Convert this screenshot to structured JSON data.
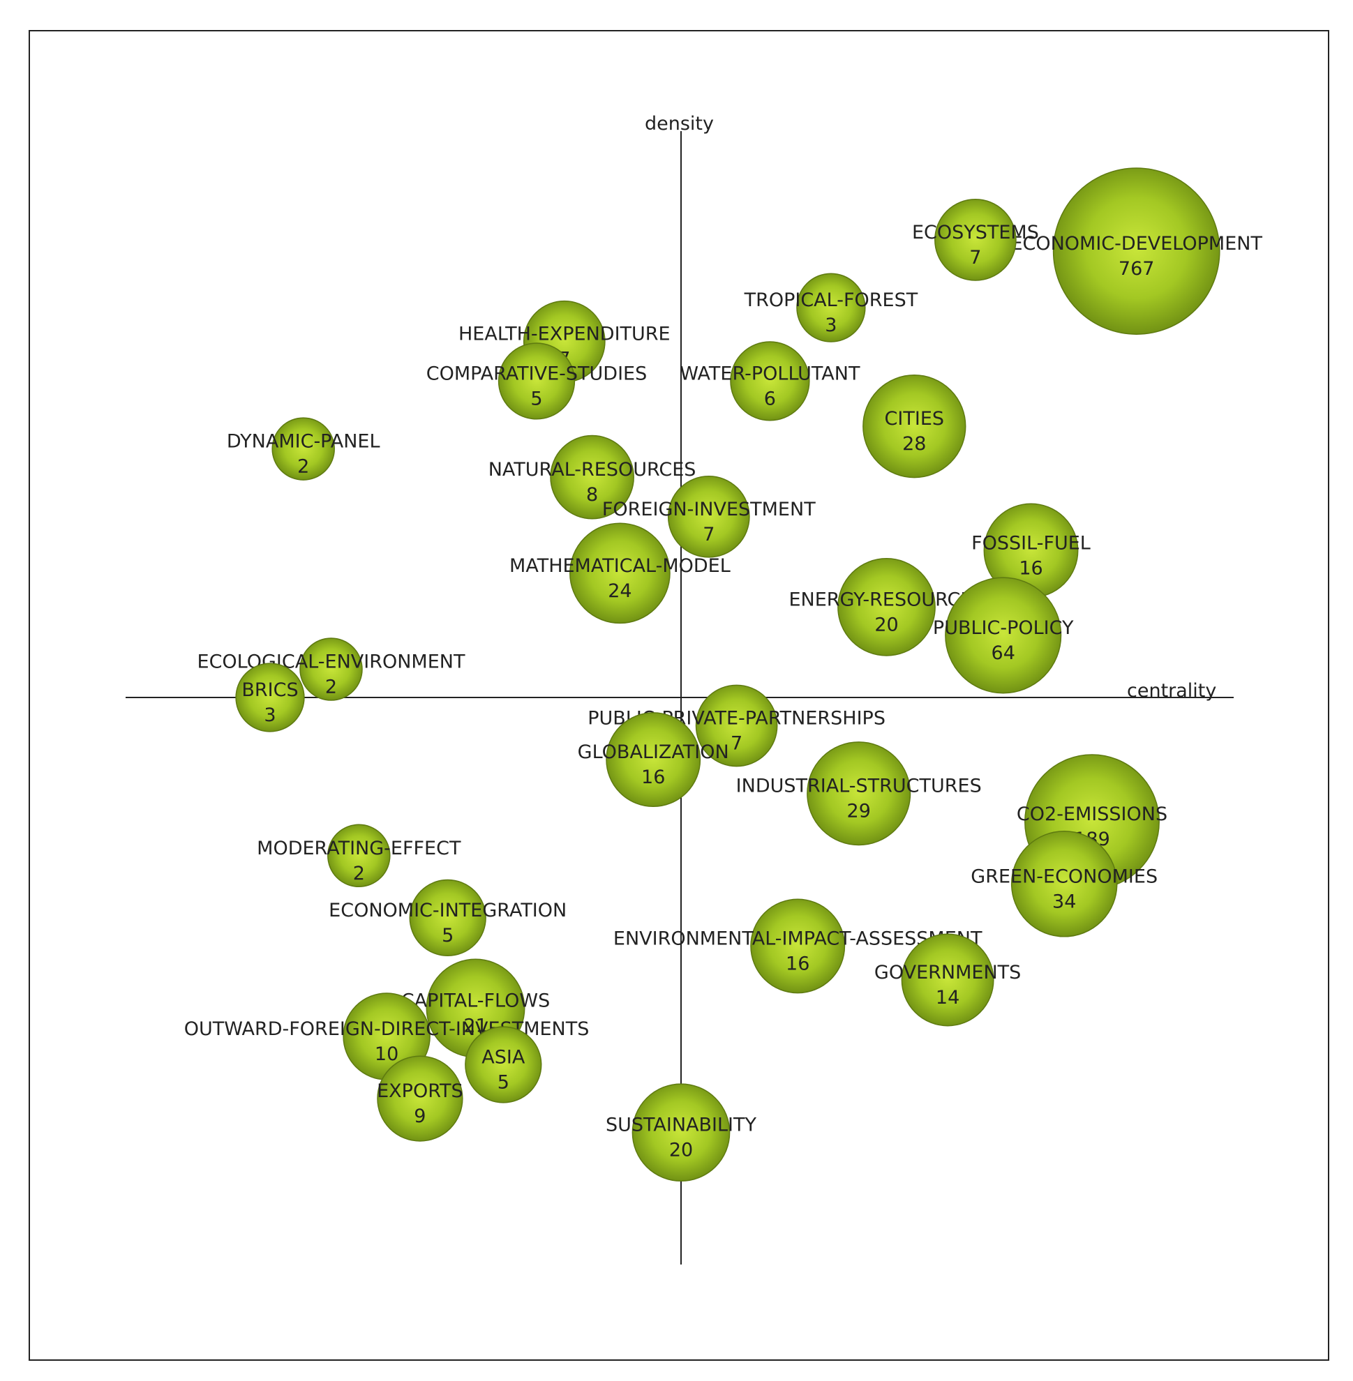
{
  "chart_data": {
    "type": "scatter",
    "xlabel": "centrality",
    "ylabel": "density",
    "colors": {
      "bubble": "#9cc21f",
      "bubble_edge": "#5e7a10",
      "axis": "#222222",
      "text": "#222222"
    },
    "points": [
      {
        "label": "ECONOMIC-DEVELOPMENT",
        "value": 767,
        "x": 0.82,
        "y": 0.79
      },
      {
        "label": "ECOSYSTEMS",
        "value": 7,
        "x": 0.53,
        "y": 0.81
      },
      {
        "label": "TROPICAL-FOREST",
        "value": 3,
        "x": 0.27,
        "y": 0.69
      },
      {
        "label": "HEALTH-EXPENDITURE",
        "value": 7,
        "x": -0.21,
        "y": 0.63
      },
      {
        "label": "WATER-POLLUTANT",
        "value": 6,
        "x": 0.16,
        "y": 0.56
      },
      {
        "label": "COMPARATIVE-STUDIES",
        "value": 5,
        "x": -0.26,
        "y": 0.56
      },
      {
        "label": "CITIES",
        "value": 28,
        "x": 0.42,
        "y": 0.48
      },
      {
        "label": "DYNAMIC-PANEL",
        "value": 2,
        "x": -0.68,
        "y": 0.44
      },
      {
        "label": "NATURAL-RESOURCES",
        "value": 8,
        "x": -0.16,
        "y": 0.39
      },
      {
        "label": "FOREIGN-INVESTMENT",
        "value": 7,
        "x": 0.05,
        "y": 0.32
      },
      {
        "label": "FOSSIL-FUEL",
        "value": 16,
        "x": 0.63,
        "y": 0.26
      },
      {
        "label": "MATHEMATICAL-MODEL",
        "value": 24,
        "x": -0.11,
        "y": 0.22
      },
      {
        "label": "ENERGY-RESOURCES",
        "value": 20,
        "x": 0.37,
        "y": 0.16
      },
      {
        "label": "PUBLIC-POLICY",
        "value": 64,
        "x": 0.58,
        "y": 0.11
      },
      {
        "label": "ECOLOGICAL-ENVIRONMENT",
        "value": 2,
        "x": -0.63,
        "y": 0.05
      },
      {
        "label": "BRICS",
        "value": 3,
        "x": -0.74,
        "y": 0.0
      },
      {
        "label": "PUBLIC-PRIVATE-PARTNERSHIPS",
        "value": 7,
        "x": 0.1,
        "y": -0.05
      },
      {
        "label": "GLOBALIZATION",
        "value": 16,
        "x": -0.05,
        "y": -0.11
      },
      {
        "label": "INDUSTRIAL-STRUCTURES",
        "value": 29,
        "x": 0.32,
        "y": -0.17
      },
      {
        "label": "CO2-EMISSIONS",
        "value": 189,
        "x": 0.74,
        "y": -0.22
      },
      {
        "label": "MODERATING-EFFECT",
        "value": 2,
        "x": -0.58,
        "y": -0.28
      },
      {
        "label": "GREEN-ECONOMIES",
        "value": 34,
        "x": 0.69,
        "y": -0.33
      },
      {
        "label": "ECONOMIC-INTEGRATION",
        "value": 5,
        "x": -0.42,
        "y": -0.39
      },
      {
        "label": "ENVIRONMENTAL-IMPACT-ASSESSMENT",
        "value": 16,
        "x": 0.21,
        "y": -0.44
      },
      {
        "label": "GOVERNMENTS",
        "value": 14,
        "x": 0.48,
        "y": -0.5
      },
      {
        "label": "CAPITAL-FLOWS",
        "value": 21,
        "x": -0.37,
        "y": -0.55
      },
      {
        "label": "OUTWARD-FOREIGN-DIRECT-INVESTMENTS",
        "value": 10,
        "x": -0.53,
        "y": -0.6
      },
      {
        "label": "ASIA",
        "value": 5,
        "x": -0.32,
        "y": -0.65
      },
      {
        "label": "EXPORTS",
        "value": 9,
        "x": -0.47,
        "y": -0.71
      },
      {
        "label": "SUSTAINABILITY",
        "value": 20,
        "x": 0.0,
        "y": -0.77
      }
    ]
  }
}
